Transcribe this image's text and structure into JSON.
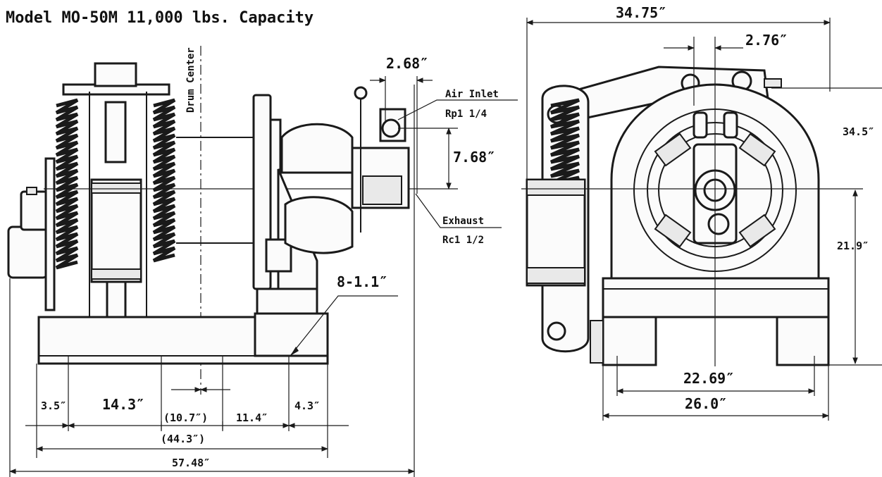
{
  "title": "Model MO-50M 11,000 lbs. Capacity",
  "side_view": {
    "drum_center_label": "Drum Center",
    "air_inlet_label": "Air Inlet",
    "air_inlet_size": "Rp1 1/4",
    "exhaust_label": "Exhaust",
    "exhaust_size": "Rc1 1/2",
    "dims": {
      "inlet_offset": "2.68″",
      "inlet_height": "7.68″",
      "bolt_holes": "8-1.1″",
      "seg_a": "3.5″",
      "seg_b": "14.3″",
      "seg_c": "(10.7″)",
      "seg_d": "11.4″",
      "seg_e": "4.3″",
      "base_length": "(44.3″)",
      "overall_length": "57.48″"
    }
  },
  "front_view": {
    "dims": {
      "overall_width": "34.75″",
      "center_offset": "2.76″",
      "top_height": "34.5″",
      "center_height": "21.9″",
      "bolt_spacing": "22.69″",
      "base_width": "26.0″"
    }
  }
}
